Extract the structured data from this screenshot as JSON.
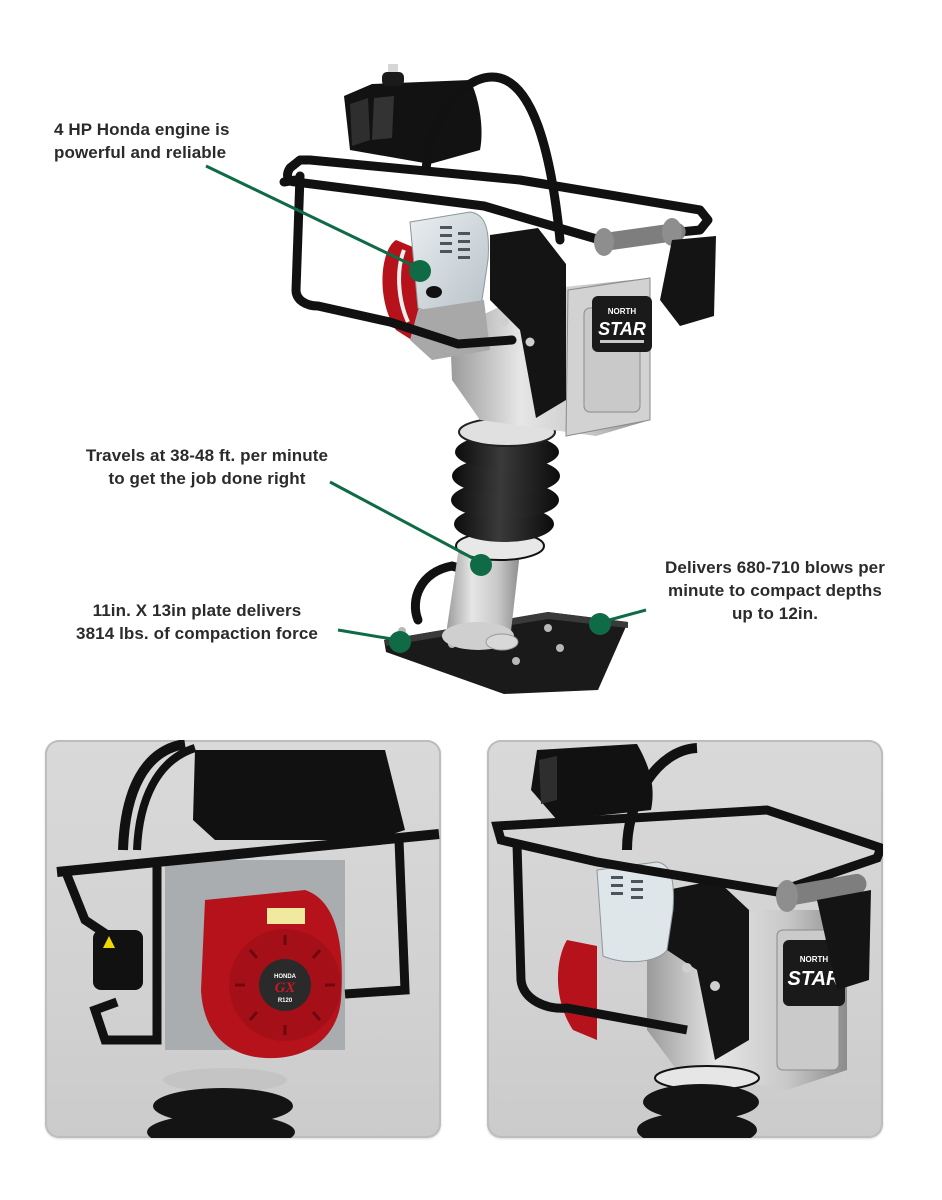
{
  "callouts": {
    "engine": {
      "line1": "4 HP Honda engine is",
      "line2": "powerful and reliable"
    },
    "travel": {
      "line1": "Travels at 38-48 ft. per minute",
      "line2": "to get the job done right"
    },
    "plate": {
      "line1": "11in. X 13in plate delivers",
      "line2": "3814 lbs. of compaction force"
    },
    "blows": {
      "line1": "Delivers 680-710 blows per",
      "line2": "minute to compact depths",
      "line3": "up to 12in."
    }
  },
  "product": {
    "brand_logo": {
      "line1": "NORTH",
      "line2": "STAR"
    },
    "engine_brand": {
      "line1": "HONDA",
      "line2": "GX",
      "line3": "R120"
    }
  },
  "colors": {
    "callout_green": "#0e6b45",
    "text_dark": "#2b2b2b",
    "frame_black": "#141414",
    "engine_red": "#b5121b",
    "panel_gray": "#d4d4d5"
  }
}
